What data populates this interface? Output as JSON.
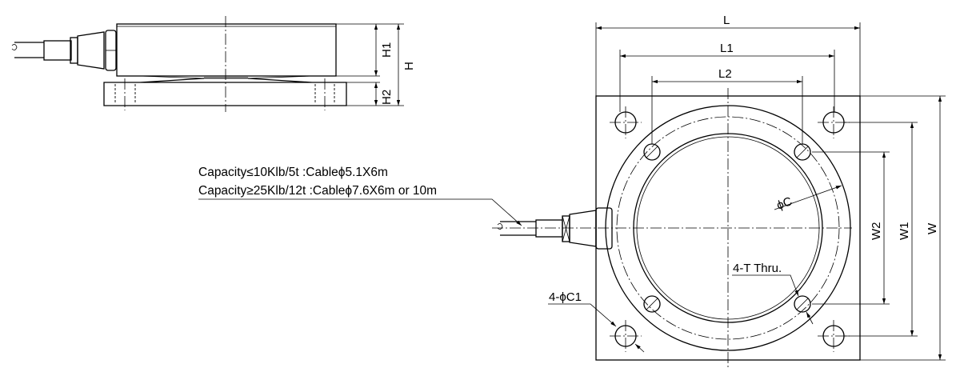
{
  "notes": {
    "line1": "Capacity≤10Klb/5t :Cableϕ5.1X6m",
    "line2": "Capacity≥25Klb/12t :Cableϕ7.6X6m or 10m"
  },
  "side_view": {
    "h1": "H1",
    "h": "H",
    "h2": "H2"
  },
  "top_view": {
    "l": "L",
    "l1": "L1",
    "l2": "L2",
    "w": "W",
    "w1": "W1",
    "w2": "W2",
    "phi_c": "ϕC",
    "thru": "4-T Thru.",
    "phi_c1": "4-ϕC1"
  }
}
